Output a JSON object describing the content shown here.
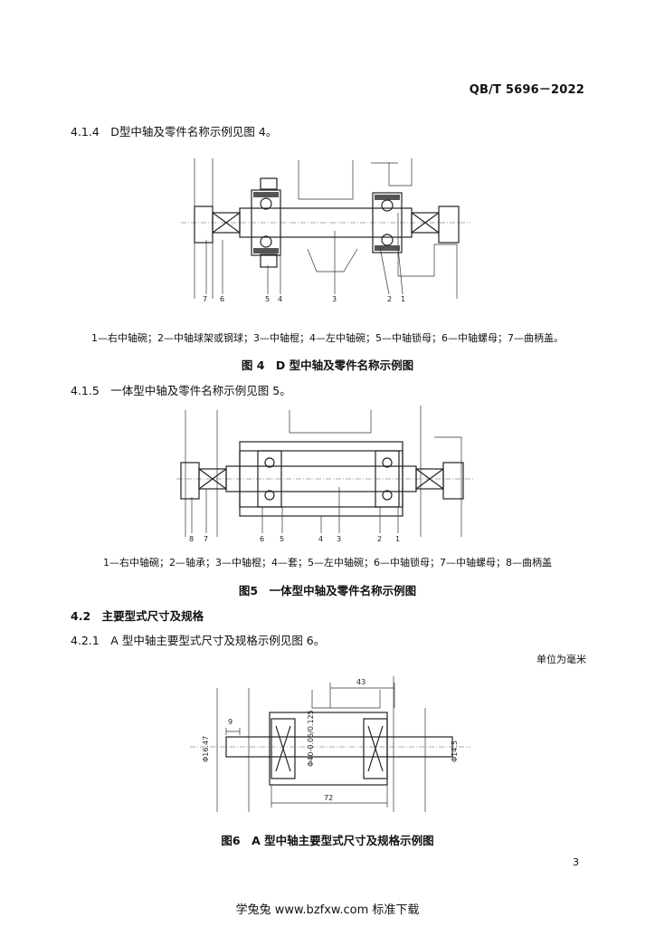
{
  "header": {
    "standard_no": "QB/T 5696－2022"
  },
  "sections": {
    "s414": "4.1.4　D型中轴及零件名称示例见图 4。",
    "fig4_legend": "1—右中轴碗；2—中轴球架或钢球；3—中轴棍；4—左中轴碗；5—中轴锁母；6—中轴螺母；7—曲柄盖。",
    "fig4_caption": "图 4　D 型中轴及零件名称示例图",
    "s415": "4.1.5　一体型中轴及零件名称示例见图 5。",
    "fig5_legend": "1—右中轴碗；2—轴承；3—中轴棍；4—套；5—左中轴碗；6—中轴锁母；7—中轴螺母；8—曲柄盖",
    "fig5_caption": "图5　一体型中轴及零件名称示例图",
    "s42": "4.2　主要型式尺寸及规格",
    "s421": "4.2.1　A 型中轴主要型式尺寸及规格示例见图 6。",
    "unit": "单位为毫米",
    "fig6_caption": "图6　A 型中轴主要型式尺寸及规格示例图"
  },
  "fig4_labels": [
    "7",
    "6",
    "5",
    "4",
    "3",
    "2",
    "1"
  ],
  "fig5_labels": [
    "8",
    "7",
    "6",
    "5",
    "4",
    "3",
    "2",
    "1"
  ],
  "fig6_dims": {
    "d43": "43",
    "d9": "9",
    "d72": "72",
    "phi_left": "Φ16.47",
    "phi_mid": "Φ40-0.05/0.125",
    "phi_right": "Φ14.5"
  },
  "footer": {
    "watermark": "学兔兔 www.bzfxw.com 标准下载"
  },
  "page_number": "3"
}
